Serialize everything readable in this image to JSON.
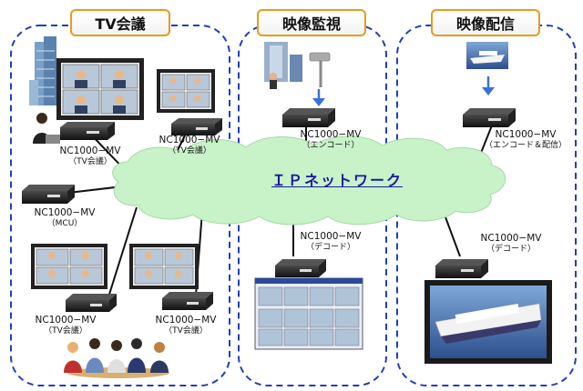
{
  "sections": {
    "tv": {
      "title": "TV会議"
    },
    "monitor": {
      "title": "映像監視"
    },
    "deliver": {
      "title": "映像配信"
    }
  },
  "network": {
    "label": "ＩＰネットワーク"
  },
  "devices": {
    "tv1": {
      "model": "NC1000−MV",
      "role": "（TV会議）"
    },
    "tv2": {
      "model": "NC1000−MV",
      "role": "（TV会議）"
    },
    "mcu": {
      "model": "NC1000−MV",
      "role": "（MCU）"
    },
    "tv3": {
      "model": "NC1000−MV",
      "role": "（TV会議）"
    },
    "tv4": {
      "model": "NC1000−MV",
      "role": "（TV会議）"
    },
    "encoder": {
      "model": "NC1000−MV",
      "role": "（エンコード）"
    },
    "decoder": {
      "model": "NC1000−MV",
      "role": "（デコード）"
    },
    "enc_deliver": {
      "model": "NC1000−MV",
      "role": "（エンコード＆配信）"
    },
    "dec_deliver": {
      "model": "NC1000−MV",
      "role": "（デコード）"
    }
  },
  "colors": {
    "dashed_border": "#1f3fbf",
    "title_border": "#e89a1c",
    "cloud_fill": "#c8f2c8",
    "network_text": "#1a1aa0",
    "arrow": "#3a6fe0"
  }
}
